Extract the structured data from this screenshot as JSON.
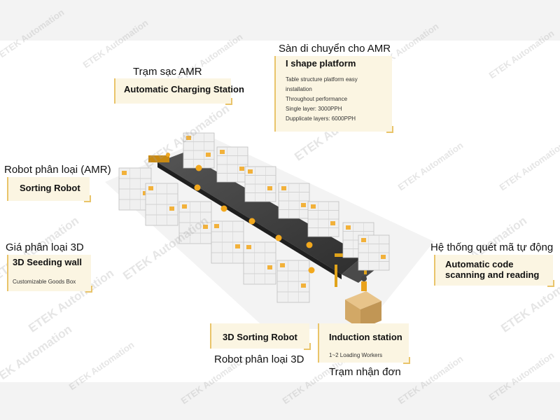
{
  "labels": {
    "platform_vn": "Sàn di chuyển cho AMR",
    "charging_vn": "Trạm sạc AMR",
    "sorting_robot_vn": "Robot phân loại (AMR)",
    "seeding_wall_vn": "Giá phân loại 3D",
    "scanning_vn": "Hệ thống quét mã tự động",
    "sorting3d_vn": "Robot phân loại 3D",
    "induction_vn": "Trạm nhận đơn"
  },
  "callouts": {
    "platform": {
      "title": "I shape platform",
      "features": [
        "Table structure platform easy",
        "installation",
        "Throughout performance",
        "Single layer: 3000PPH",
        "Dupplicate layers: 6000PPH"
      ]
    },
    "charging": {
      "title": "Automatic Charging Station"
    },
    "sorting_robot": {
      "title": "Sorting Robot"
    },
    "seeding_wall": {
      "title": "3D Seeding wall",
      "subtitle": "Customizable Goods Box"
    },
    "scanning": {
      "title_line1": "Automatic code",
      "title_line2": "scanning and reading"
    },
    "sorting3d": {
      "title": "3D Sorting Robot"
    },
    "induction": {
      "title": "Induction station",
      "subtitle": "1~2 Loading Workers"
    }
  },
  "watermark_text": "ETEK Automation",
  "colors": {
    "accent": "#e9c46a",
    "callout_bg": "#fbf5e2",
    "belt": "#3d3d3d",
    "robot": "#f2a81d"
  }
}
